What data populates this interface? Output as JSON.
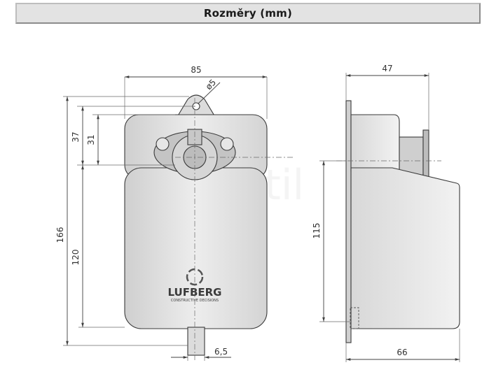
{
  "header": {
    "title": "Rozměry (mm)"
  },
  "dimensions": {
    "front_width": "85",
    "hole_diameter": "ø5",
    "height_37": "37",
    "height_31": "31",
    "total_height": "166",
    "body_height": "120",
    "bottom_tab": "6,5",
    "side_width_top": "47",
    "side_body_height": "115",
    "side_width_bottom": "66"
  },
  "logo": {
    "brand": "LUFBERG",
    "tagline": "CONSTRUCTIVE DECISIONS"
  },
  "watermark": "eventil"
}
